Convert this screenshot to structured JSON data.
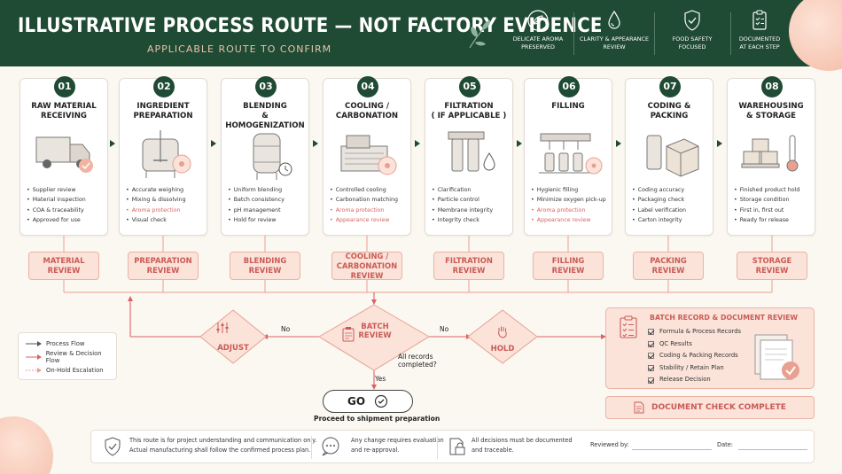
{
  "header": {
    "title": "ILLUSTRATIVE PROCESS ROUTE — NOT FACTORY EVIDENCE",
    "subtitle": "APPLICABLE ROUTE TO CONFIRM",
    "badges": [
      {
        "icon": "leaf-circle-icon",
        "label": "DELICATE AROMA\nPRESERVED"
      },
      {
        "icon": "droplet-icon",
        "label": "CLARITY & APPEARANCE\nREVIEW"
      },
      {
        "icon": "shield-check-icon",
        "label": "FOOD SAFETY\nFOCUSED"
      },
      {
        "icon": "clipboard-icon",
        "label": "DOCUMENTED\nAT EACH STEP"
      }
    ]
  },
  "steps": [
    {
      "num": "01",
      "title": "RAW MATERIAL\nRECEIVING",
      "icon": "truck-icon",
      "items": [
        "Supplier review",
        "Material inspection",
        "COA & traceability",
        "Approved for use"
      ],
      "highlight": []
    },
    {
      "num": "02",
      "title": "INGREDIENT\nPREPARATION",
      "icon": "mixing-tank-icon",
      "items": [
        "Accurate weighing",
        "Mixing & dissolving",
        "Aroma protection",
        "Visual check"
      ],
      "highlight": [
        2
      ]
    },
    {
      "num": "03",
      "title": "BLENDING\n& HOMOGENIZATION",
      "icon": "blending-tank-icon",
      "items": [
        "Uniform blending",
        "Batch consistency",
        "pH management",
        "Hold for review"
      ],
      "highlight": []
    },
    {
      "num": "04",
      "title": "COOLING /\nCARBONATION",
      "icon": "cooling-unit-icon",
      "items": [
        "Controlled cooling",
        "Carbonation matching",
        "Aroma protection",
        "Appearance review"
      ],
      "highlight": [
        2,
        3
      ]
    },
    {
      "num": "05",
      "title": "FILTRATION\n( IF APPLICABLE )",
      "icon": "filter-icon",
      "items": [
        "Clarification",
        "Particle control",
        "Membrane integrity",
        "Integrity check"
      ],
      "highlight": []
    },
    {
      "num": "06",
      "title": "FILLING",
      "icon": "filling-machine-icon",
      "items": [
        "Hygienic filling",
        "Minimize oxygen pick-up",
        "Aroma protection",
        "Appearance review"
      ],
      "highlight": [
        2,
        3
      ]
    },
    {
      "num": "07",
      "title": "CODING &\nPACKING",
      "icon": "can-box-icon",
      "items": [
        "Coding accuracy",
        "Packaging check",
        "Label verification",
        "Carton integrity"
      ],
      "highlight": []
    },
    {
      "num": "08",
      "title": "WAREHOUSING\n& STORAGE",
      "icon": "pallet-thermometer-icon",
      "items": [
        "Finished product hold",
        "Storage condition",
        "First in, first out",
        "Ready for release"
      ],
      "highlight": []
    }
  ],
  "reviews": [
    "MATERIAL\nREVIEW",
    "PREPARATION\nREVIEW",
    "BLENDING\nREVIEW",
    "COOLING /\nCARBONATION\nREVIEW",
    "FILTRATION\nREVIEW",
    "FILLING\nREVIEW",
    "PACKING\nREVIEW",
    "STORAGE\nREVIEW"
  ],
  "decision": {
    "batch_review": "BATCH\nREVIEW",
    "adjust": "ADJUST",
    "hold": "HOLD",
    "no_left": "No",
    "no_right": "No",
    "question": "All records\ncompleted?",
    "yes": "Yes",
    "go": "GO",
    "go_sub": "Proceed to shipment preparation"
  },
  "legend": {
    "items": [
      {
        "label": "Process Flow",
        "color": "#555555"
      },
      {
        "label": "Review & Decision Flow",
        "color": "#d86464"
      },
      {
        "label": "On-Hold Escalation",
        "color": "#e8a090"
      }
    ]
  },
  "doc_review": {
    "title": "BATCH RECORD & DOCUMENT REVIEW",
    "items": [
      "Formula & Process Records",
      "QC Results",
      "Coding & Packing Records",
      "Stability / Retain Plan",
      "Release Decision"
    ],
    "complete_label": "DOCUMENT CHECK COMPLETE"
  },
  "footer": {
    "note1": "This route is for project understanding and communication only.\nActual manufacturing shall follow the confirmed process plan.",
    "note2": "Any change requires evaluation\nand re-approval.",
    "note3": "All decisions must be documented\nand traceable.",
    "reviewed_by": "Reviewed by:",
    "date": "Date:"
  },
  "colors": {
    "header_bg": "#1f4a33",
    "accent": "#c95b55",
    "review_bg": "#fbe3da"
  }
}
